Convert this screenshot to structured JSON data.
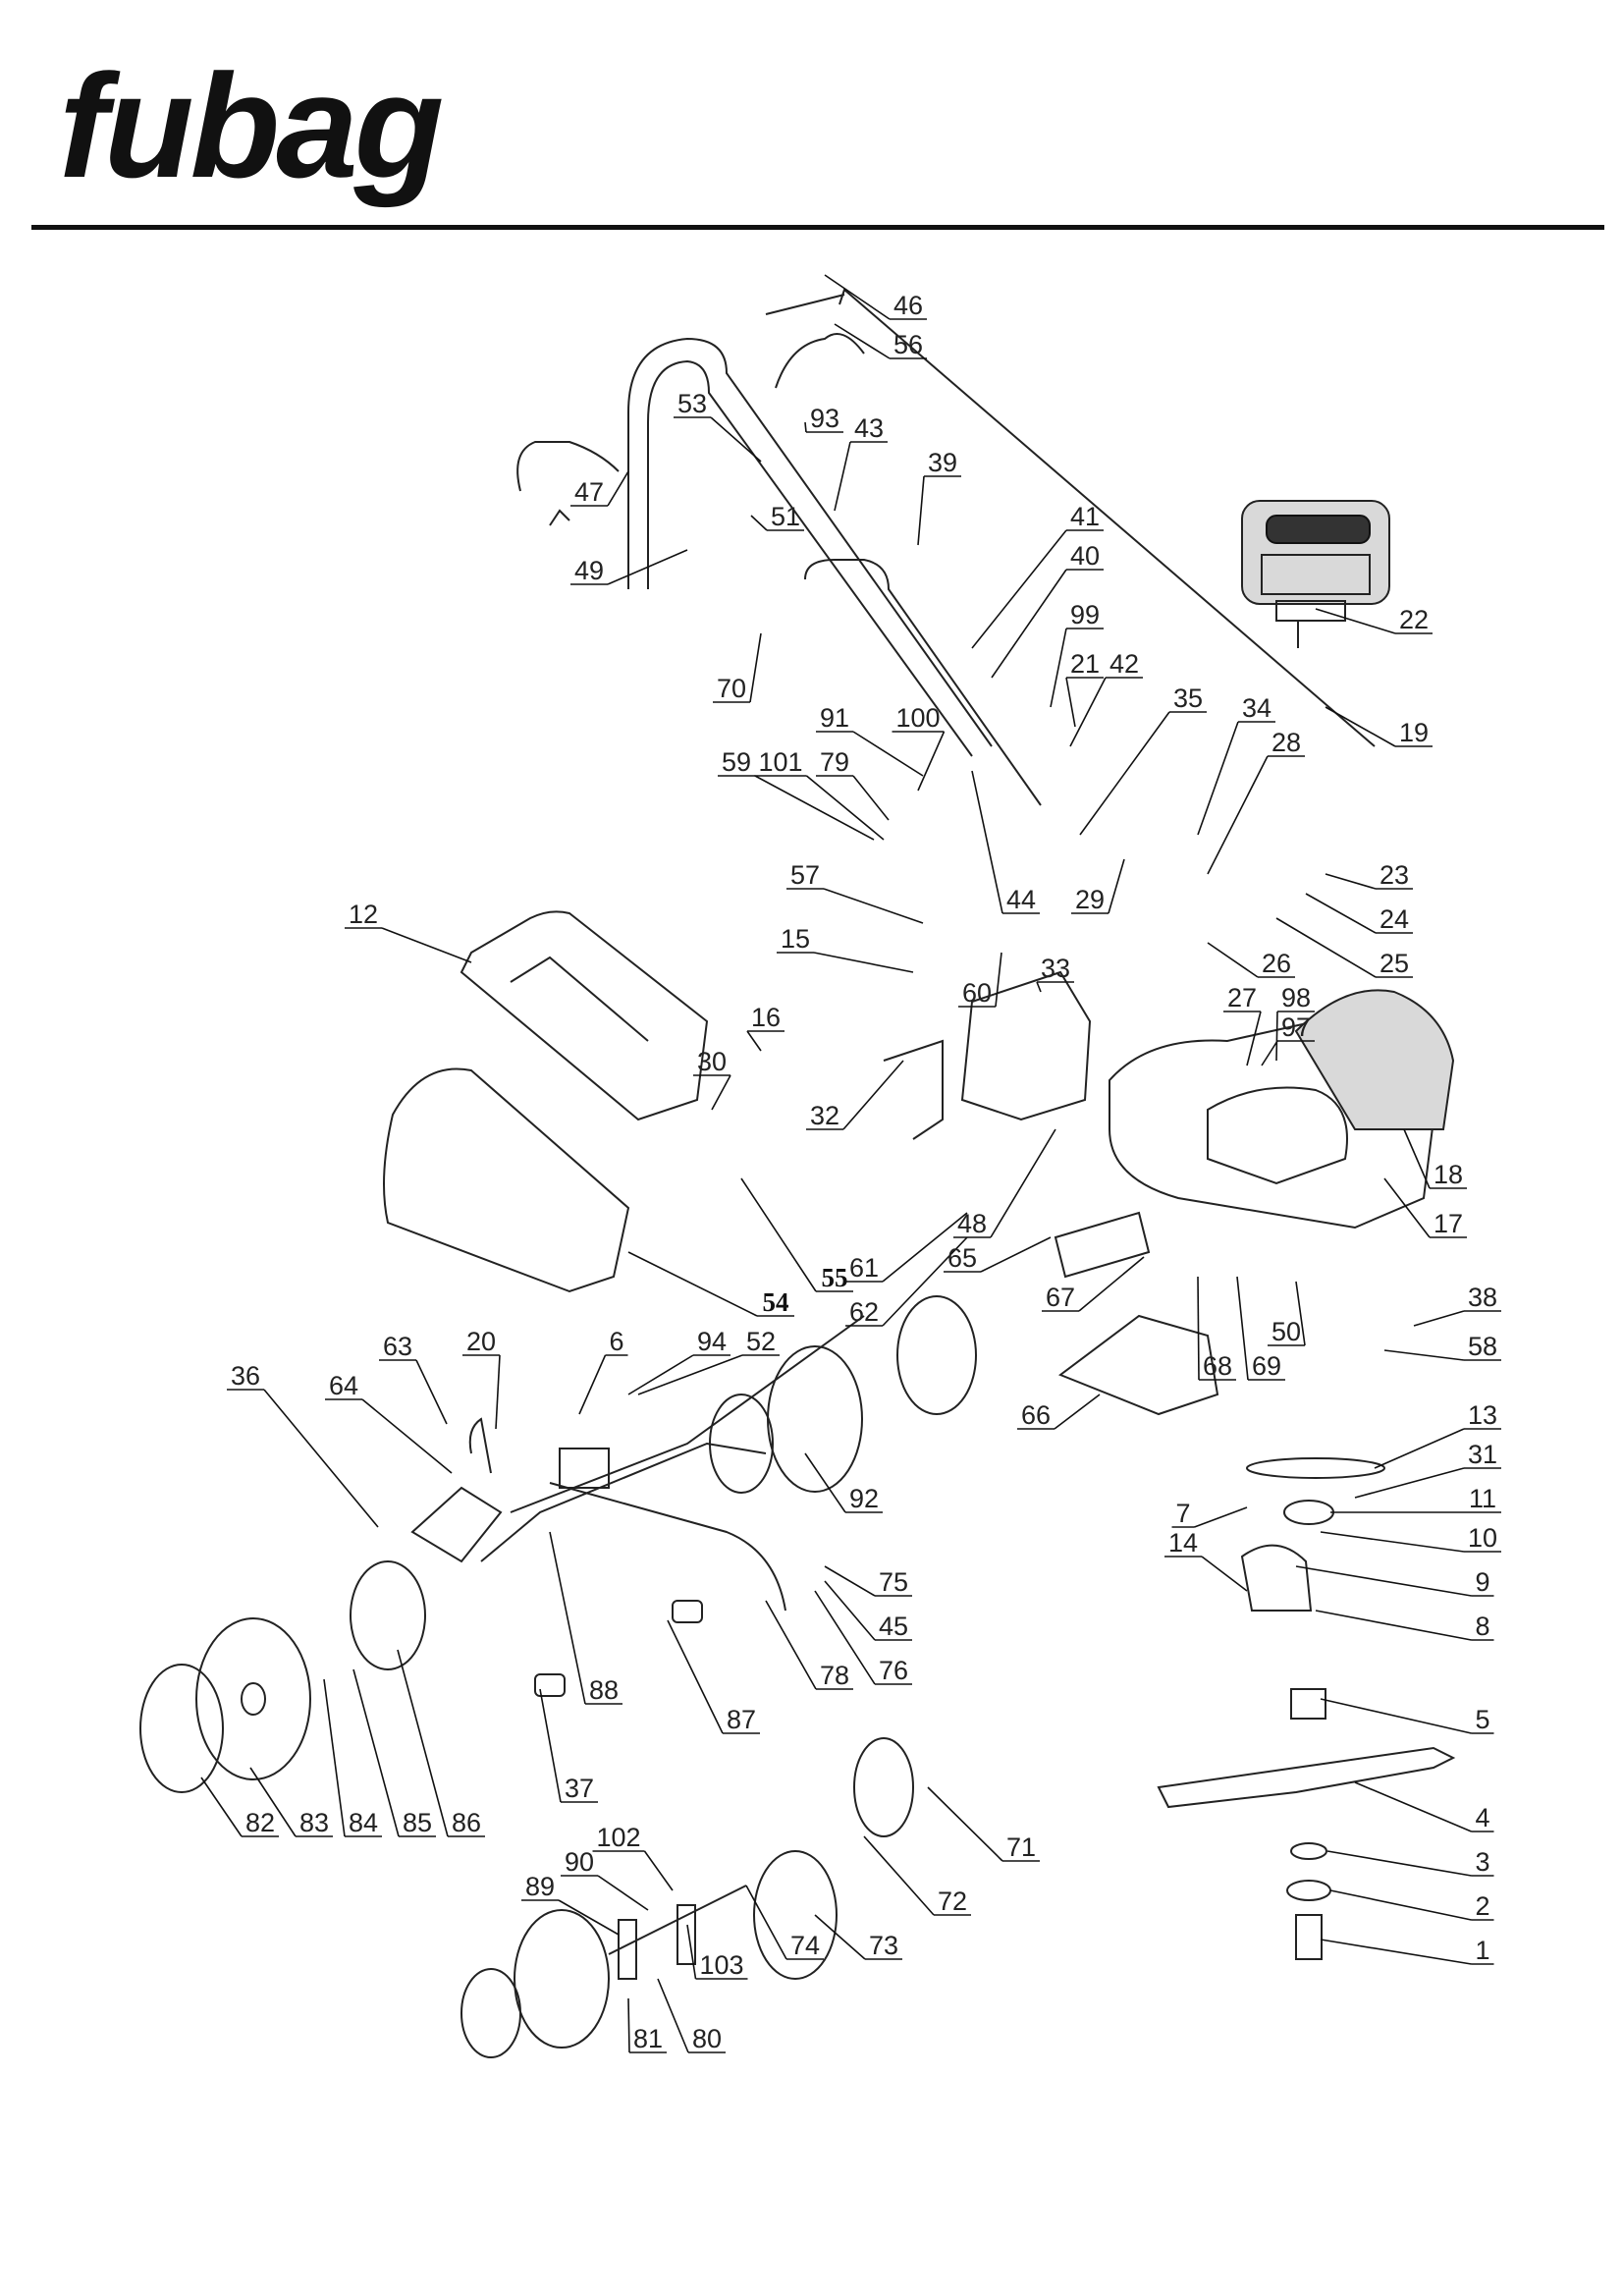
{
  "brand": {
    "name": "fubag"
  },
  "callouts": [
    "1",
    "2",
    "3",
    "4",
    "5",
    "6",
    "7",
    "8",
    "9",
    "10",
    "11",
    "12",
    "13",
    "14",
    "15",
    "16",
    "17",
    "18",
    "19",
    "20",
    "21",
    "22",
    "23",
    "24",
    "25",
    "26",
    "27",
    "28",
    "29",
    "30",
    "31",
    "32",
    "33",
    "34",
    "35",
    "36",
    "37",
    "38",
    "39",
    "40",
    "41",
    "42",
    "43",
    "44",
    "45",
    "46",
    "47",
    "48",
    "49",
    "50",
    "51",
    "52",
    "53",
    "54",
    "55",
    "56",
    "57",
    "58",
    "59",
    "60",
    "61",
    "62",
    "63",
    "64",
    "65",
    "66",
    "67",
    "68",
    "69",
    "70",
    "71",
    "72",
    "73",
    "74",
    "75",
    "76",
    "78",
    "79",
    "80",
    "81",
    "82",
    "83",
    "84",
    "85",
    "86",
    "87",
    "88",
    "89",
    "90",
    "91",
    "92",
    "93",
    "94",
    "97",
    "98",
    "99",
    "100",
    "101",
    "102",
    "103"
  ]
}
